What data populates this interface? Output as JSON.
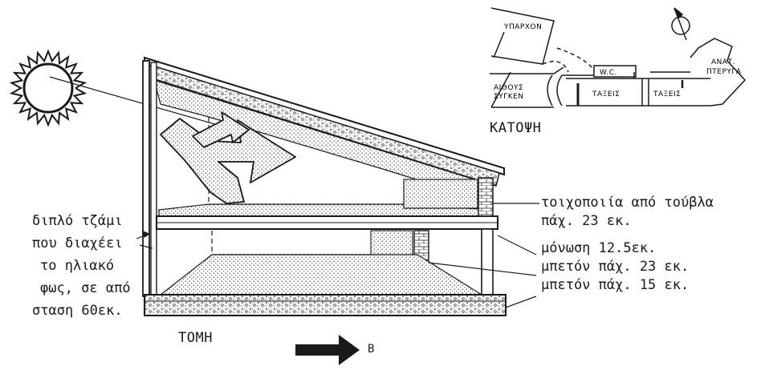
{
  "section": {
    "title": "ΤΟΜΗ",
    "left_note_lines": [
      "διπλό τζάμι",
      "που διαχέει",
      "το ηλιακό",
      "φως, σε από",
      "σταση 60εκ."
    ],
    "right_notes": {
      "wall_lines": [
        "τοιχοποιία από τούβλα",
        "πάχ. 23 εκ."
      ],
      "insulation": "μόνωση 12.5εκ.",
      "concrete_roof": "μπετόν πάχ. 23 εκ.",
      "concrete_floor": "μπετόν πάχ. 15 εκ."
    }
  },
  "orientation": {
    "label": "Β",
    "arrow_icon": "arrow-right-icon"
  },
  "plan": {
    "title": "ΚΑΤΟΨΗ",
    "labels": {
      "existing": "ΥΠΑΡΧΟΝ",
      "hall_line1": "ΑΙΘΟΥΣ",
      "hall_line2": "ΣΥΓΚΕΝ",
      "wc": "W.C.",
      "classes1": "ΤΑΞΕΙΣ",
      "classes2": "ΤΑΞΕΙΣ",
      "east_line1": "ΑΝΑΤ.",
      "east_line2": "ΠΤΕΡΥΓΑ"
    },
    "north_icon": "north-compass-icon"
  },
  "sun_icon": "sun-icon"
}
